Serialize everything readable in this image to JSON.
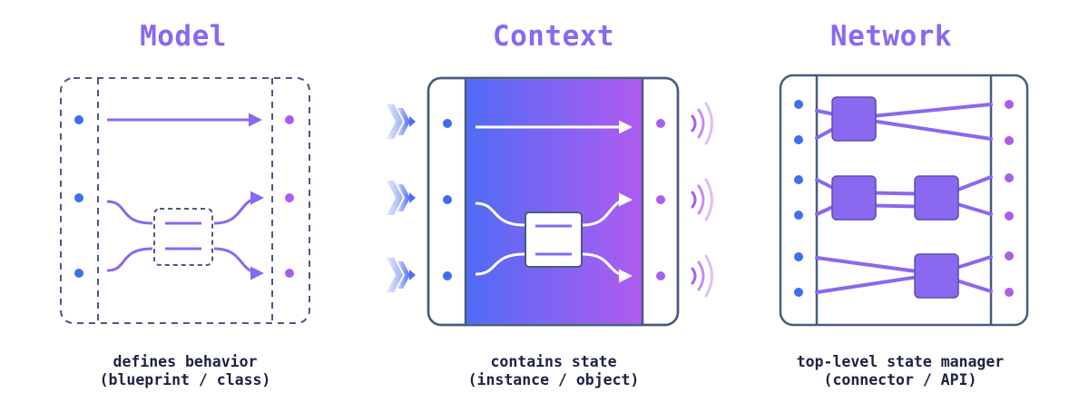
{
  "panels": [
    {
      "title": "Model",
      "caption_line1": "defines behavior",
      "caption_line2": "(blueprint / class)"
    },
    {
      "title": "Context",
      "caption_line1": "contains state",
      "caption_line2": "(instance / object)"
    },
    {
      "title": "Network",
      "caption_line1": "top-level state manager",
      "caption_line2": "(connector / API)"
    }
  ],
  "colors": {
    "title": "#8a68f0",
    "caption": "#1e2242",
    "outline": "#4a5a82",
    "input_port": "#3f6ef0",
    "output_port": "#a95ef0",
    "arrow": "#8a68f0",
    "gradient_start": "#4f6cf5",
    "gradient_end": "#b05cf0",
    "node_fill": "#8a68f0",
    "node_stroke": "#5a4fb0"
  }
}
